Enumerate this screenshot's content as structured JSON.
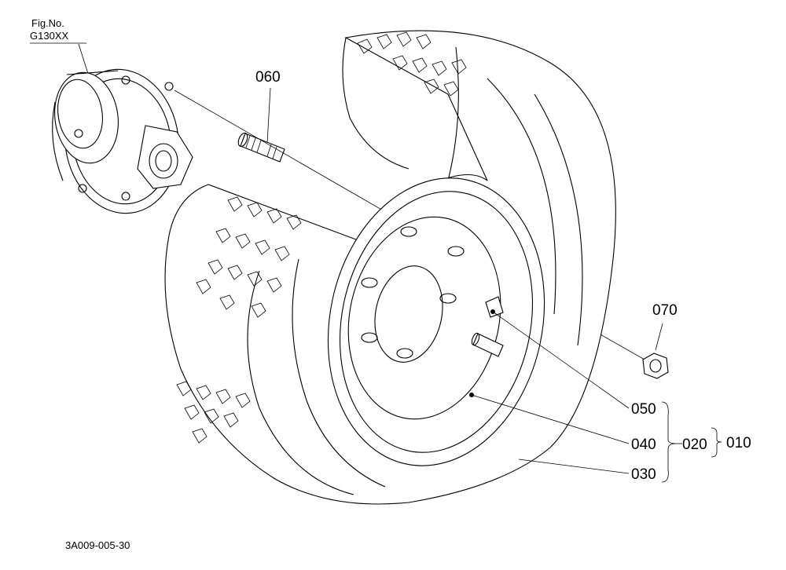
{
  "figure": {
    "fig_no_label": "Fig.No.",
    "fig_no_value": "G130XX",
    "drawing_code": "3A009-005-30"
  },
  "callouts": {
    "p060": "060",
    "p070": "070",
    "p050": "050",
    "p040": "040",
    "p030": "030",
    "p020": "020",
    "p010": "010"
  },
  "parts": {
    "hub": "hub-icon",
    "stud": "stud-bolt-icon",
    "nut": "hex-nut-icon",
    "tire": "tire-icon",
    "rim": "wheel-rim-icon",
    "valve": "valve-stem-icon"
  }
}
